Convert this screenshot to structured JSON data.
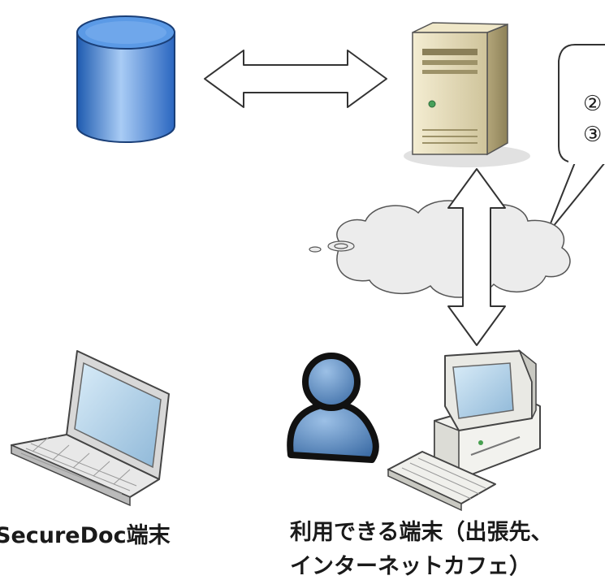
{
  "labels": {
    "securedoc_terminal": "SecureDoc端末",
    "available_device_line1": "利用できる端末（出張先、",
    "available_device_line2": "インターネットカフェ）"
  },
  "callout": {
    "step2": "②",
    "step3": "③"
  },
  "colors": {
    "database_blue": "#3b7fd8",
    "server_beige": "#e6dcb8",
    "cloud_gray": "#e7e7e7",
    "person_blue": "#4f7fb8",
    "arrow_fill": "#ffffff",
    "outline": "#333333"
  }
}
